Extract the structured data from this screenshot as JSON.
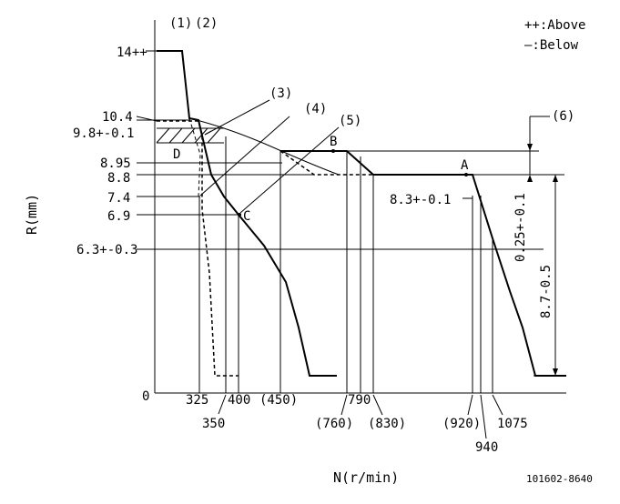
{
  "legend": {
    "above": "++:Above",
    "below": "—:Below"
  },
  "axes": {
    "y_title": "R(mm)",
    "x_title": "N(r/min)",
    "origin": "0"
  },
  "drawing_code": "101602-8640",
  "callouts": [
    "(1)",
    "(2)",
    "(3)",
    "(4)",
    "(5)",
    "(6)"
  ],
  "points": [
    "A",
    "B",
    "C",
    "D"
  ],
  "y_labels": {
    "y14": "14++",
    "y104": "10.4",
    "y98": "9.8+-0.1",
    "y895": "8.95",
    "y88": "8.8",
    "y74": "7.4",
    "y69": "6.9",
    "y63": "6.3+-0.3",
    "y83": "8.3+-0.1"
  },
  "x_labels": {
    "x325": "325",
    "x350": "350",
    "x400": "400",
    "x450": "(450)",
    "x760": "(760)",
    "x790": "790",
    "x830": "(830)",
    "x920": "(920)",
    "x940": "940",
    "x1075": "1075"
  },
  "dimensions": {
    "d025": "0.25+-0.1",
    "d87": "8.7-0.5"
  }
}
